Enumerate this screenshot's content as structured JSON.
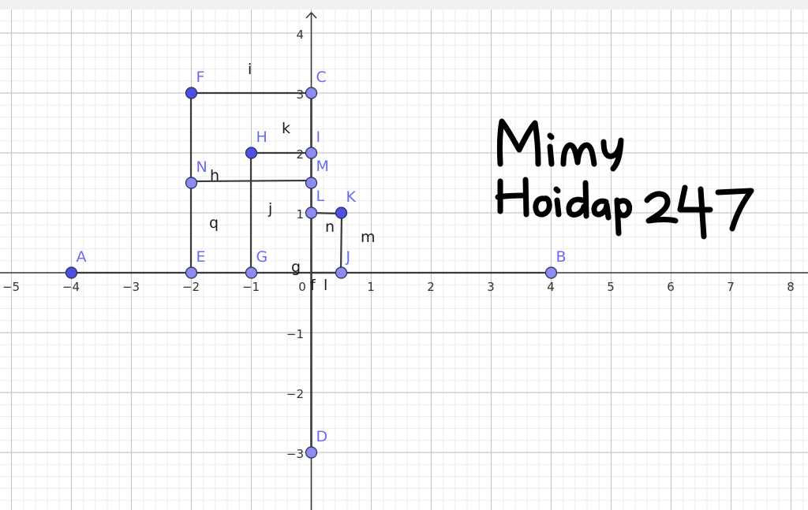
{
  "graph": {
    "x_ticks": [
      "−5",
      "−4",
      "−3",
      "−2",
      "−1",
      "0",
      "1",
      "2",
      "3",
      "4",
      "5",
      "6",
      "7",
      "8"
    ],
    "y_ticks": [
      "4",
      "3",
      "2",
      "1",
      "−1",
      "−2",
      "−3"
    ],
    "points": [
      {
        "name": "A",
        "x": -4,
        "y": 0,
        "color": "#4f4fe0"
      },
      {
        "name": "B",
        "x": 4,
        "y": 0,
        "color": "#8c8cf0"
      },
      {
        "name": "C",
        "x": 0,
        "y": 3,
        "color": "#8c8cf0"
      },
      {
        "name": "D",
        "x": 0,
        "y": -3,
        "color": "#8c8cf0"
      },
      {
        "name": "E",
        "x": -2,
        "y": 0,
        "color": "#8c8cf0"
      },
      {
        "name": "F",
        "x": -2,
        "y": 3,
        "color": "#4f4fe0"
      },
      {
        "name": "G",
        "x": -1,
        "y": 0,
        "color": "#8c8cf0"
      },
      {
        "name": "H",
        "x": -1,
        "y": 2,
        "color": "#4f4fe0"
      },
      {
        "name": "I",
        "x": 0,
        "y": 2,
        "color": "#8c8cf0"
      },
      {
        "name": "J",
        "x": 0.5,
        "y": 0,
        "color": "#8c8cf0"
      },
      {
        "name": "K",
        "x": 0.5,
        "y": 1,
        "color": "#4f4fe0"
      },
      {
        "name": "L",
        "x": 0,
        "y": 1,
        "color": "#8c8cf0"
      },
      {
        "name": "M",
        "x": 0,
        "y": 1.5,
        "color": "#8c8cf0"
      },
      {
        "name": "N",
        "x": -2,
        "y": 1.5,
        "color": "#8c8cf0"
      }
    ],
    "segments": [
      {
        "name": "g",
        "from": "A",
        "to": "B"
      },
      {
        "name": "f",
        "from": "C",
        "to": "D"
      },
      {
        "name": "i",
        "from": "F",
        "to": "C"
      },
      {
        "name": "q",
        "from": "F",
        "to": "E"
      },
      {
        "name": "h",
        "from": "N",
        "to": "M"
      },
      {
        "name": "k",
        "from": "H",
        "to": "I"
      },
      {
        "name": "j",
        "from": "H",
        "to": "G"
      },
      {
        "name": "n",
        "from": "L",
        "to": "K"
      },
      {
        "name": "m",
        "from": "K",
        "to": "J"
      },
      {
        "name": "l",
        "from": "J",
        "to": "O"
      }
    ],
    "segment_labels": [
      "i",
      "k",
      "h",
      "j",
      "q",
      "n",
      "m",
      "g",
      "f",
      "l"
    ],
    "handwriting": [
      "Mimy",
      "Hoidap 247"
    ]
  }
}
